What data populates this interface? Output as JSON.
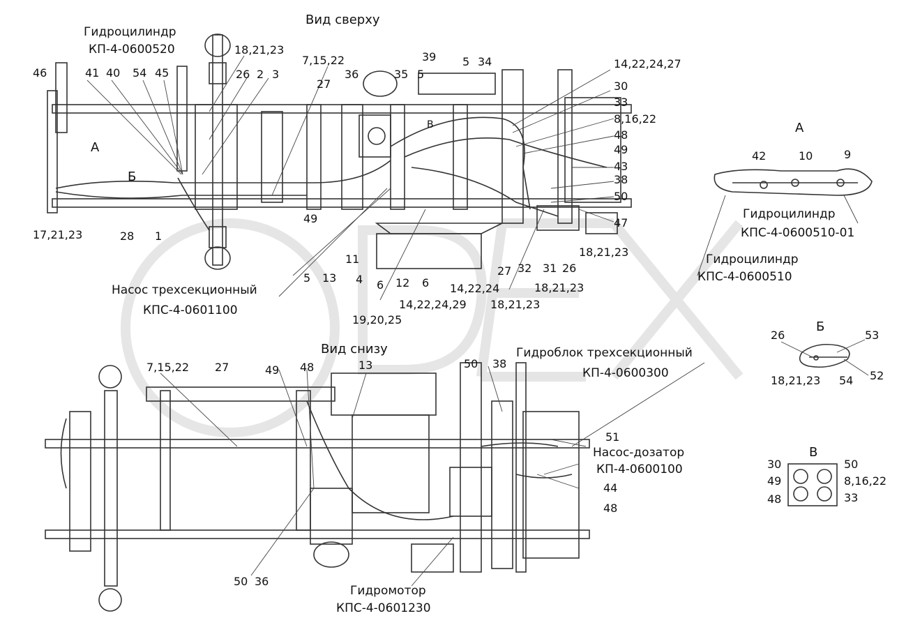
{
  "views": {
    "top": "Вид сверху",
    "bottom": "Вид снизу",
    "detail_a": "А",
    "detail_b": "Б",
    "detail_v": "В",
    "arrow_a": "А",
    "arrow_b": "Б",
    "arrow_v": "В"
  },
  "components": {
    "cyl1_name": "Гидроцилиндр",
    "cyl1_code": "КП-4-0600520",
    "cyl2_name": "Гидроцилиндр",
    "cyl2_code": "КПС-4-0600510-01",
    "cyl3_name": "Гидроцилиндр",
    "cyl3_code": "КПС-4-0600510",
    "pump_name": "Насос трехсекционный",
    "pump_code": "КПС-4-0601100",
    "block_name": "Гидроблок трехсекционный",
    "block_code": "КП-4-0600300",
    "doser_name": "Насос-дозатор",
    "doser_code": "КП-4-0600100",
    "motor_name": "Гидромотор",
    "motor_code": "КПС-4-0601230"
  },
  "callouts_top": [
    "46",
    "41",
    "40",
    "54",
    "45",
    "18,21,23",
    "26",
    "2",
    "3",
    "7,15,22",
    "27",
    "36",
    "39",
    "5",
    "34",
    "35",
    "5",
    "14,22,24,27",
    "30",
    "33",
    "8,16,22",
    "48",
    "49",
    "43",
    "38",
    "50",
    "47",
    "17,21,23",
    "28",
    "1",
    "49",
    "11",
    "5",
    "13",
    "4",
    "6",
    "12",
    "6",
    "14,22,24",
    "14,22,24,29",
    "19,20,25",
    "27",
    "32",
    "31",
    "26",
    "18,21,23",
    "18,21,23",
    "18,21,23"
  ],
  "callouts_detail_a": [
    "42",
    "10",
    "9"
  ],
  "callouts_detail_b": [
    "26",
    "53",
    "18,21,23",
    "54",
    "52"
  ],
  "callouts_detail_v": [
    "30",
    "50",
    "49",
    "8,16,22",
    "48",
    "33"
  ],
  "callouts_bottom": [
    "7,15,22",
    "27",
    "49",
    "48",
    "13",
    "50",
    "38",
    "51",
    "44",
    "48",
    "50",
    "36"
  ]
}
